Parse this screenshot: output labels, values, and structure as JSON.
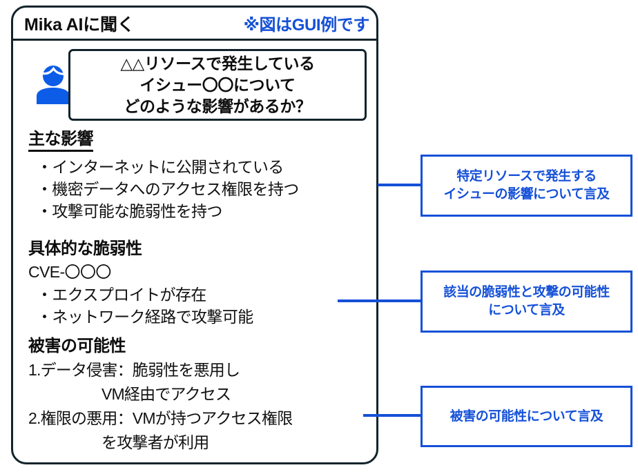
{
  "card": {
    "title": "Mika AIに聞く",
    "note": "※図はGUI例です",
    "avatar_icon": "user-avatar-icon",
    "question": {
      "lines": [
        "△△リソースで発生している",
        "イシュー〇〇について",
        "どのような影響があるか？"
      ]
    },
    "sections": [
      {
        "id": "main-impact",
        "heading": "主な影響",
        "heading_underlined": true,
        "bullets": [
          "・インターネットに公開されている",
          "・機密データへのアクセス権限を持つ",
          "・攻撃可能な脆弱性を持つ"
        ]
      },
      {
        "id": "specific-vulnerability",
        "heading": "具体的な脆弱性",
        "heading_underlined": false,
        "plain": "CVE-〇〇〇",
        "bullets": [
          "・エクスプロイトが存在",
          "・ネットワーク経路で攻撃可能"
        ]
      },
      {
        "id": "damage-potential",
        "heading": "被害の可能性",
        "heading_underlined": false,
        "items": [
          {
            "text": "1.データ侵害：脆弱性を悪用し",
            "indented": false
          },
          {
            "text": "VM経由でアクセス",
            "indented": true
          },
          {
            "text": "2.権限の悪用：VMが持つアクセス権限",
            "indented": false
          },
          {
            "text": "を攻撃者が利用",
            "indented": true
          }
        ]
      }
    ]
  },
  "callouts": [
    {
      "id": "callout-resource-impact",
      "lines": [
        "特定リソースで発生する",
        "イシューの影響について言及"
      ]
    },
    {
      "id": "callout-vulnerability-attack",
      "lines": [
        "該当の脆弱性と攻撃の可能性",
        "について言及"
      ]
    },
    {
      "id": "callout-damage-potential",
      "lines": [
        "被害の可能性について言及"
      ]
    }
  ],
  "colors": {
    "accent_blue": "#1450d8",
    "border_dark": "#12232b",
    "text_dark": "#111111",
    "avatar_blue": "#0d5ce8",
    "background": "#ffffff"
  }
}
